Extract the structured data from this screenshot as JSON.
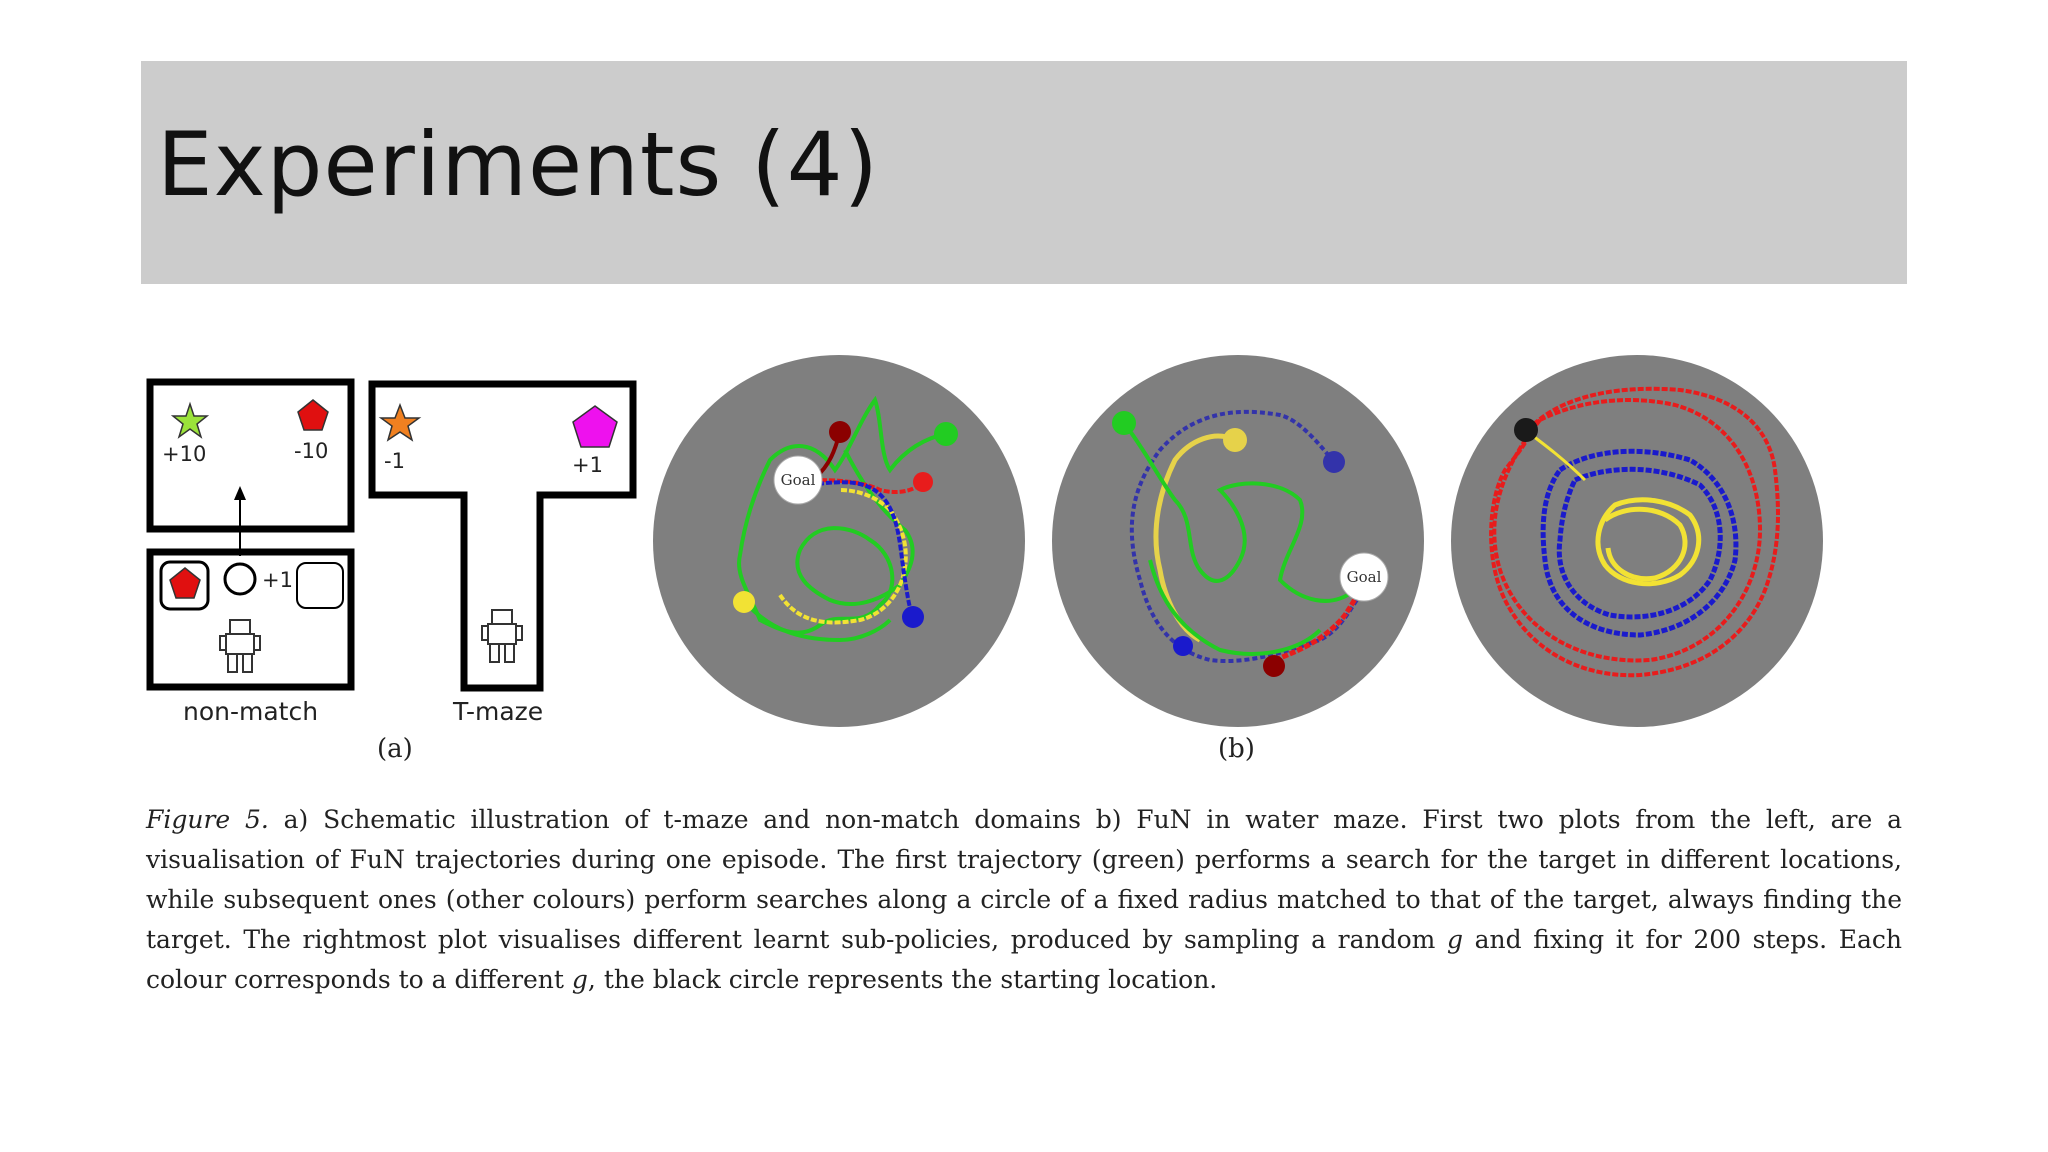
{
  "slide": {
    "title": "Experiments (4)"
  },
  "figure_a": {
    "nonmatch": {
      "label": "non-match",
      "rewards": {
        "left": "+10",
        "right": "-10",
        "cue": "+1"
      }
    },
    "tmaze": {
      "label": "T-maze",
      "rewards": {
        "left": "-1",
        "right": "+1"
      }
    },
    "sublabel": "(a)"
  },
  "figure_b": {
    "sublabel": "(b)",
    "goal_label": "Goal",
    "colors": {
      "background_disc": "#7f7f7f",
      "green": "#22cc22",
      "yellow": "#f2e234",
      "red": "#e81c1c",
      "dark_red": "#8b0000",
      "blue": "#1a1acc",
      "start_black": "#1a1a1a"
    }
  },
  "caption": {
    "figure_ref": "Figure 5.",
    "text_part1": " a) Schematic illustration of t-maze and non-match domains b) FuN in water maze. First two plots from the left, are a visualisation of FuN trajectories during one episode. The first trajectory (green) performs a search for the target in different locations, while subsequent ones (other colours) perform searches along a circle of a fixed radius matched to that of the target, always finding the target. The rightmost plot visualises different learnt sub-policies, produced by sampling a random ",
    "var_g": "g",
    "text_part2": " and fixing it for 200 steps. Each colour corresponds to a different ",
    "var_g2": "g",
    "text_part3": ", the black circle represents the starting location."
  }
}
